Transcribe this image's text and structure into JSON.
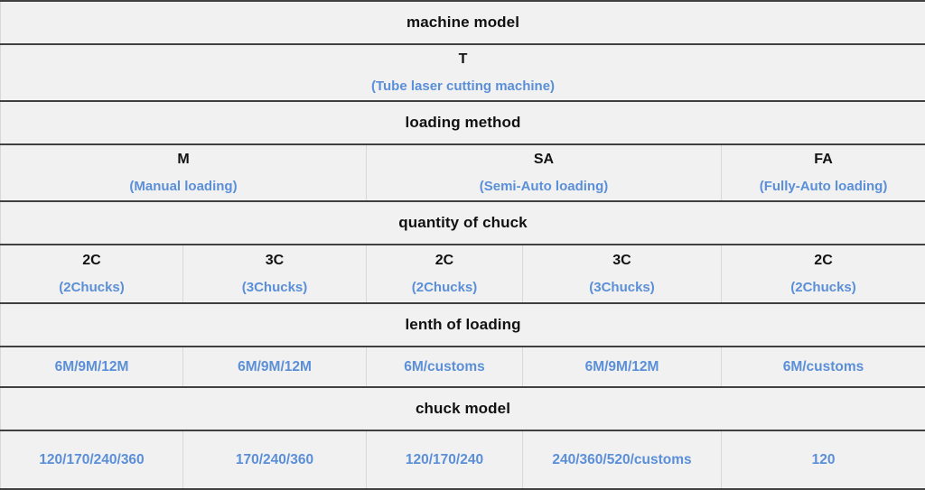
{
  "table": {
    "accent_blue": "#5b8fd8",
    "text_black": "#111111",
    "background": "#f1f1f1",
    "sections": {
      "machine_model": "machine model",
      "loading_method": "loading method",
      "quantity_of_chuck": "quantity of chuck",
      "lenth_of_loading": "lenth of loading",
      "chuck_model": "chuck model"
    },
    "machine_model": {
      "code": "T",
      "description": "(Tube laser cutting machine)"
    },
    "loading_method": [
      {
        "code": "M",
        "description": "(Manual loading)"
      },
      {
        "code": "SA",
        "description": "(Semi-Auto loading)"
      },
      {
        "code": "FA",
        "description": "(Fully-Auto loading)"
      }
    ],
    "quantity_of_chuck": [
      {
        "code": "2C",
        "description": "(2Chucks)"
      },
      {
        "code": "3C",
        "description": "(3Chucks)"
      },
      {
        "code": "2C",
        "description": "(2Chucks)"
      },
      {
        "code": "3C",
        "description": "(3Chucks)"
      },
      {
        "code": "2C",
        "description": "(2Chucks)"
      }
    ],
    "lenth_of_loading": [
      "6M/9M/12M",
      "6M/9M/12M",
      "6M/customs",
      "6M/9M/12M",
      "6M/customs"
    ],
    "chuck_model": [
      "120/170/240/360",
      "170/240/360",
      "120/170/240",
      "240/360/520/customs",
      "120"
    ]
  }
}
